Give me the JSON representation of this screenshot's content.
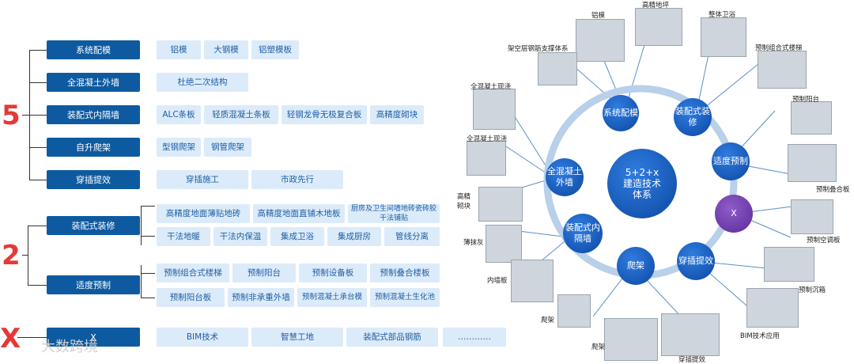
{
  "left": {
    "groups": [
      {
        "number": "5",
        "rows": [
          {
            "category": "系统配模",
            "items": [
              "铝模",
              "大钢模",
              "铝塑模板"
            ]
          },
          {
            "category": "全混凝土外墙",
            "items": [
              "杜绝二次结构"
            ]
          },
          {
            "category": "装配式内隔墙",
            "items": [
              "ALC条板",
              "轻质混凝土条板",
              "轻钢龙骨无极复合板",
              "高精度砌块"
            ]
          },
          {
            "category": "自升爬架",
            "items": [
              "型钢爬架",
              "钢管爬架"
            ]
          },
          {
            "category": "穿插提效",
            "items": [
              "穿插施工",
              "市政先行"
            ]
          }
        ]
      },
      {
        "number": "2",
        "rows": [
          {
            "category": "装配式装修",
            "items": [
              "高精度地面薄贴地砖",
              "高精度地面直铺木地板",
              "厨房及卫生间墙地砖瓷砖胶干法铺贴",
              "干法地暖",
              "干法内保温",
              "集成卫浴",
              "集成厨房",
              "管线分离"
            ]
          },
          {
            "category": "适度预制",
            "items": [
              "预制组合式楼梯",
              "预制阳台",
              "预制设备板",
              "预制叠合楼板",
              "预制阳台板",
              "预制非承重外墙",
              "预制混凝土承台模",
              "预制混凝土生化池"
            ]
          }
        ]
      },
      {
        "number": "X",
        "rows": [
          {
            "category": "X",
            "items": [
              "BIM技术",
              "智慧工地",
              "装配式部品钢筋",
              "…………"
            ]
          }
        ]
      }
    ]
  },
  "watermark": "大数跨境",
  "right": {
    "center_label": "5+2+x\n建造技术\n体系",
    "nodes": [
      "系统配模",
      "装配式装修",
      "适度预制",
      "X",
      "穿插提效",
      "爬架",
      "装配式内隔墙",
      "全混凝土外墙"
    ],
    "photo_labels": [
      "铝模",
      "高精地坪",
      "整体卫浴",
      "架空层钢筋支撑体系",
      "预制组合式楼梯",
      "全混凝土现浇",
      "预制阳台",
      "全混凝土现浇",
      "预制叠合板",
      "高精砌块",
      "预制空调板",
      "薄抹灰",
      "预制沉箱",
      "内墙板",
      "BIM技术应用",
      "爬架",
      "爬架",
      "穿插提效"
    ]
  }
}
